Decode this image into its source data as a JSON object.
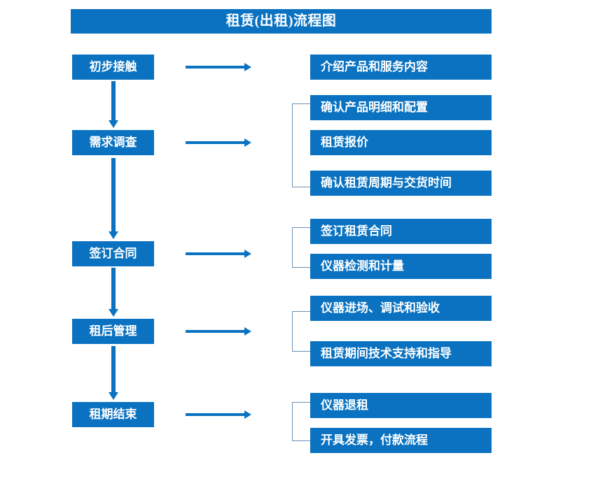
{
  "diagram": {
    "title": "租赁(出租)流程图",
    "accent_color": "#0A72C0",
    "bracket_color": "#6C8EB4",
    "text_color": "#FFFFFF",
    "background_color": "#FFFFFF"
  },
  "stages": [
    {
      "id": "initial-contact",
      "label": "初步接触"
    },
    {
      "id": "demand-survey",
      "label": "需求调查"
    },
    {
      "id": "sign-contract",
      "label": "签订合同"
    },
    {
      "id": "post-rent-manage",
      "label": "租后管理"
    },
    {
      "id": "rental-end",
      "label": "租期结束"
    }
  ],
  "details": {
    "initial_contact": [
      {
        "label": "介绍产品和服务内容"
      }
    ],
    "demand_survey": [
      {
        "label": "确认产品明细和配置"
      },
      {
        "label": "租赁报价"
      },
      {
        "label": "确认租赁周期与交货时间"
      }
    ],
    "sign_contract": [
      {
        "label": "签订租赁合同"
      },
      {
        "label": "仪器检测和计量"
      }
    ],
    "post_rent_manage": [
      {
        "label": "仪器进场、调试和验收"
      },
      {
        "label": "租赁期间技术支持和指导"
      }
    ],
    "rental_end": [
      {
        "label": "仪器退租"
      },
      {
        "label": "开具发票，付款流程"
      }
    ]
  },
  "connectors": {
    "horizontal_arrow_count": 5,
    "vertical_arrow_count": 4,
    "bracket_count": 4,
    "arrow_direction_horizontal": "right",
    "arrow_direction_vertical": "down"
  }
}
